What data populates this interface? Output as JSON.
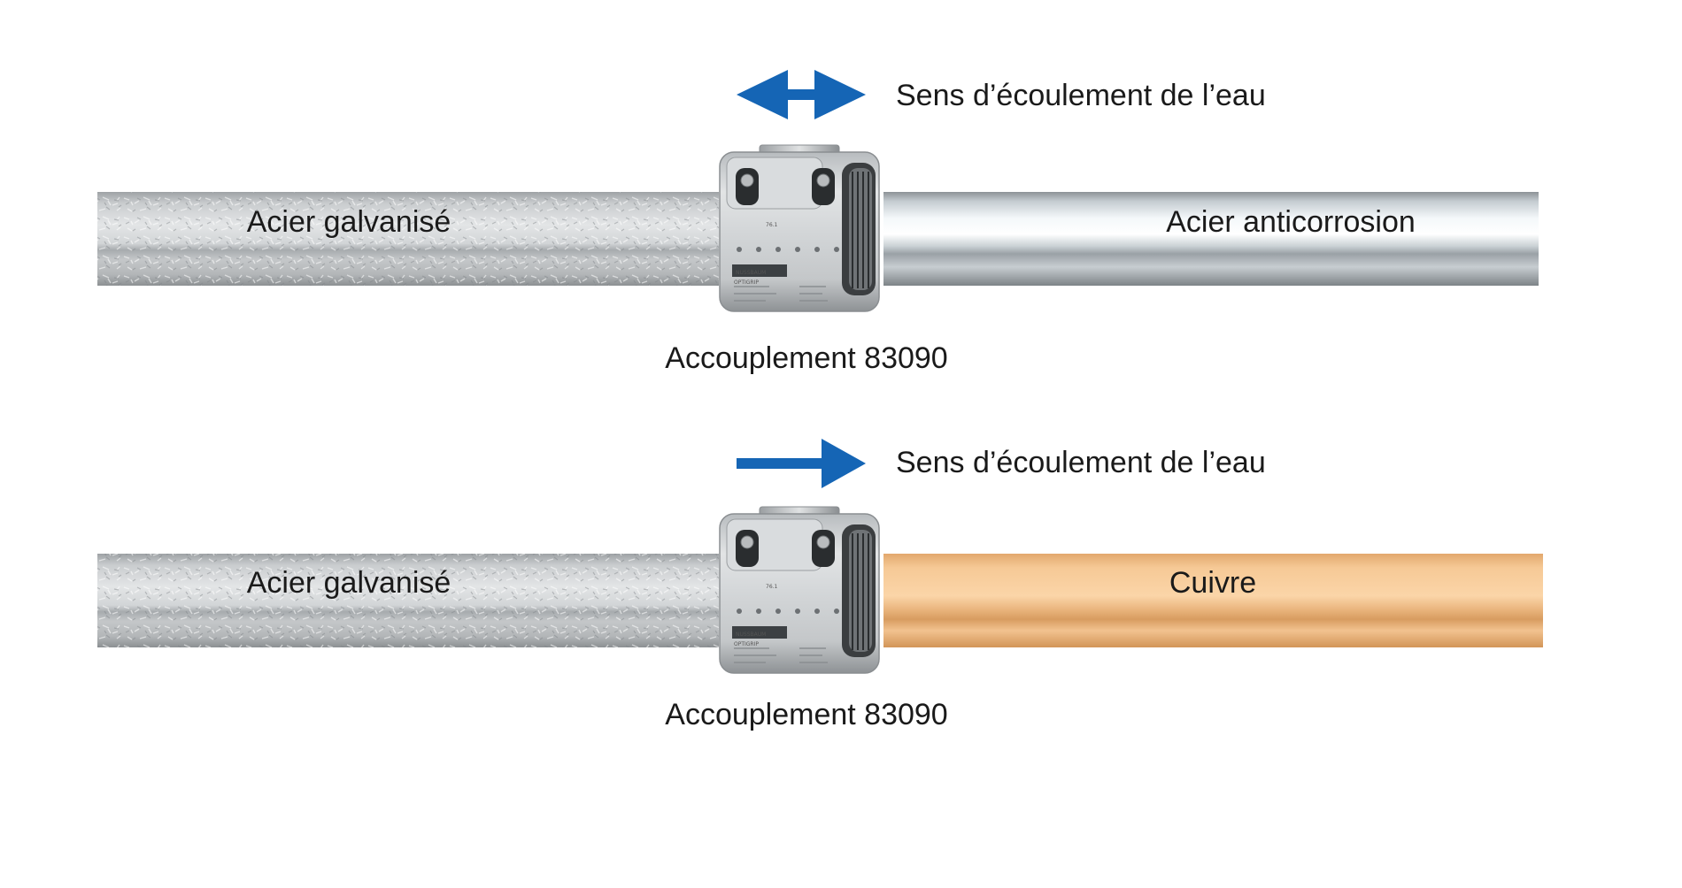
{
  "diagrams": [
    {
      "flow_label": "Sens d’écoulement de l’eau",
      "flow_direction": "both",
      "left_pipe": {
        "label": "Acier galvanisé",
        "material": "galvanized-steel"
      },
      "right_pipe": {
        "label": "Acier anticorrosion",
        "material": "stainless-steel"
      },
      "coupling_label": "Accouplement 83090"
    },
    {
      "flow_label": "Sens d’écoulement de l’eau",
      "flow_direction": "right",
      "left_pipe": {
        "label": "Acier galvanisé",
        "material": "galvanized-steel"
      },
      "right_pipe": {
        "label": "Cuivre",
        "material": "copper"
      },
      "coupling_label": "Accouplement 83090"
    }
  ],
  "colors": {
    "arrow": "#1565b5",
    "copper": "#f6c996",
    "galvanized": "#c3c6c8",
    "stainless": "#d6dde2"
  },
  "coupling_markings": {
    "brand": "NUSSBAUM",
    "model": "76.1",
    "type": "OPTIGRIP"
  }
}
